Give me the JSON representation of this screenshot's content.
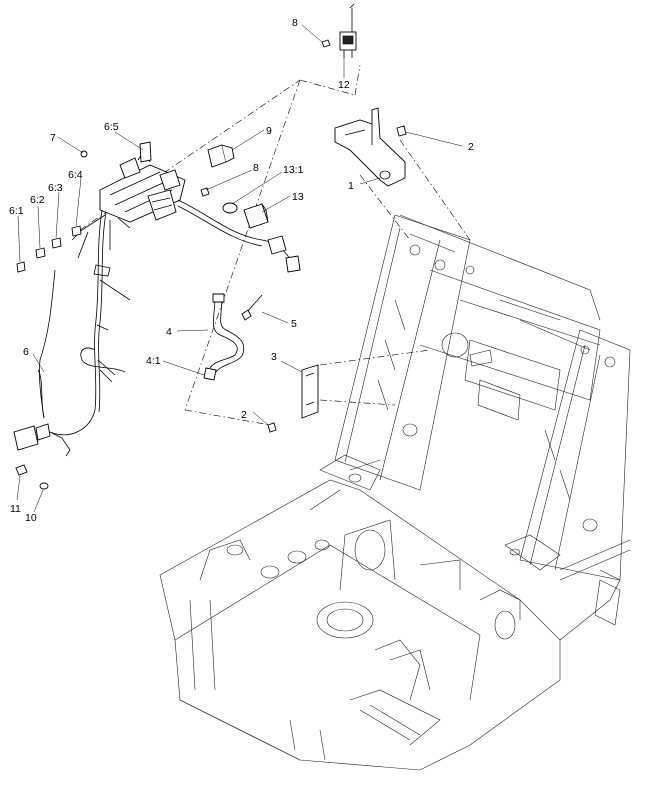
{
  "callouts": {
    "c1": "1",
    "c2a": "2",
    "c2b": "2",
    "c3": "3",
    "c4": "4",
    "c4_1": "4:1",
    "c5": "5",
    "c6": "6",
    "c6_1": "6:1",
    "c6_2": "6:2",
    "c6_3": "6:3",
    "c6_4": "6:4",
    "c6_5": "6:5",
    "c7": "7",
    "c8a": "8",
    "c8b": "8",
    "c9": "9",
    "c10": "10",
    "c11": "11",
    "c12": "12",
    "c13": "13",
    "c13_1": "13:1"
  },
  "colors": {
    "line": "#000000",
    "background": "#ffffff"
  }
}
